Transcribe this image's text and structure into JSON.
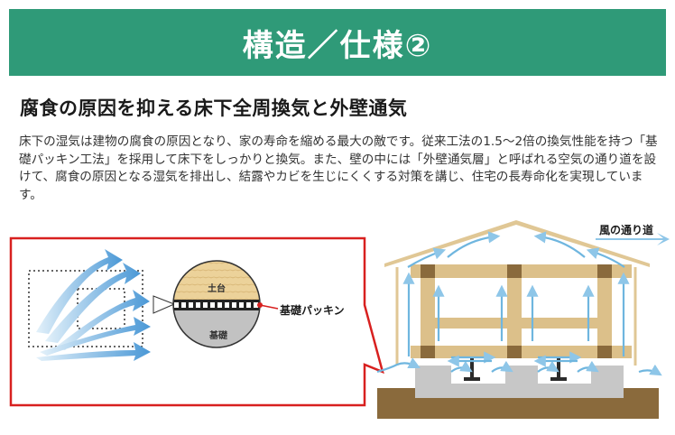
{
  "banner": {
    "title": "構造／仕様②"
  },
  "heading": "腐食の原因を抑える床下全周換気と外壁通気",
  "body": "床下の湿気は建物の腐食の原因となり、家の寿命を縮める最大の敵です。従来工法の1.5～2倍の換気性能を持つ「基礎パッキン工法」を採用して床下をしっかりと換気。また、壁の中には「外壁通気層」と呼ばれる空気の通り道を設けて、腐食の原因となる湿気を排出し、結露やカビを生じにくくする対策を講じ、住宅の長寿命化を実現しています。",
  "diagram": {
    "wind_label": "風の通り道",
    "packing_label": "基礎パッキン",
    "dodai_label": "土台",
    "kiso_label": "基礎"
  },
  "colors": {
    "banner": "#2f9a78",
    "callout_border": "#d8201f",
    "air_arrow": "#6fb6df",
    "timber": "#d9bc84",
    "ground": "#8a6a3c",
    "concrete": "#c7c7c7"
  }
}
